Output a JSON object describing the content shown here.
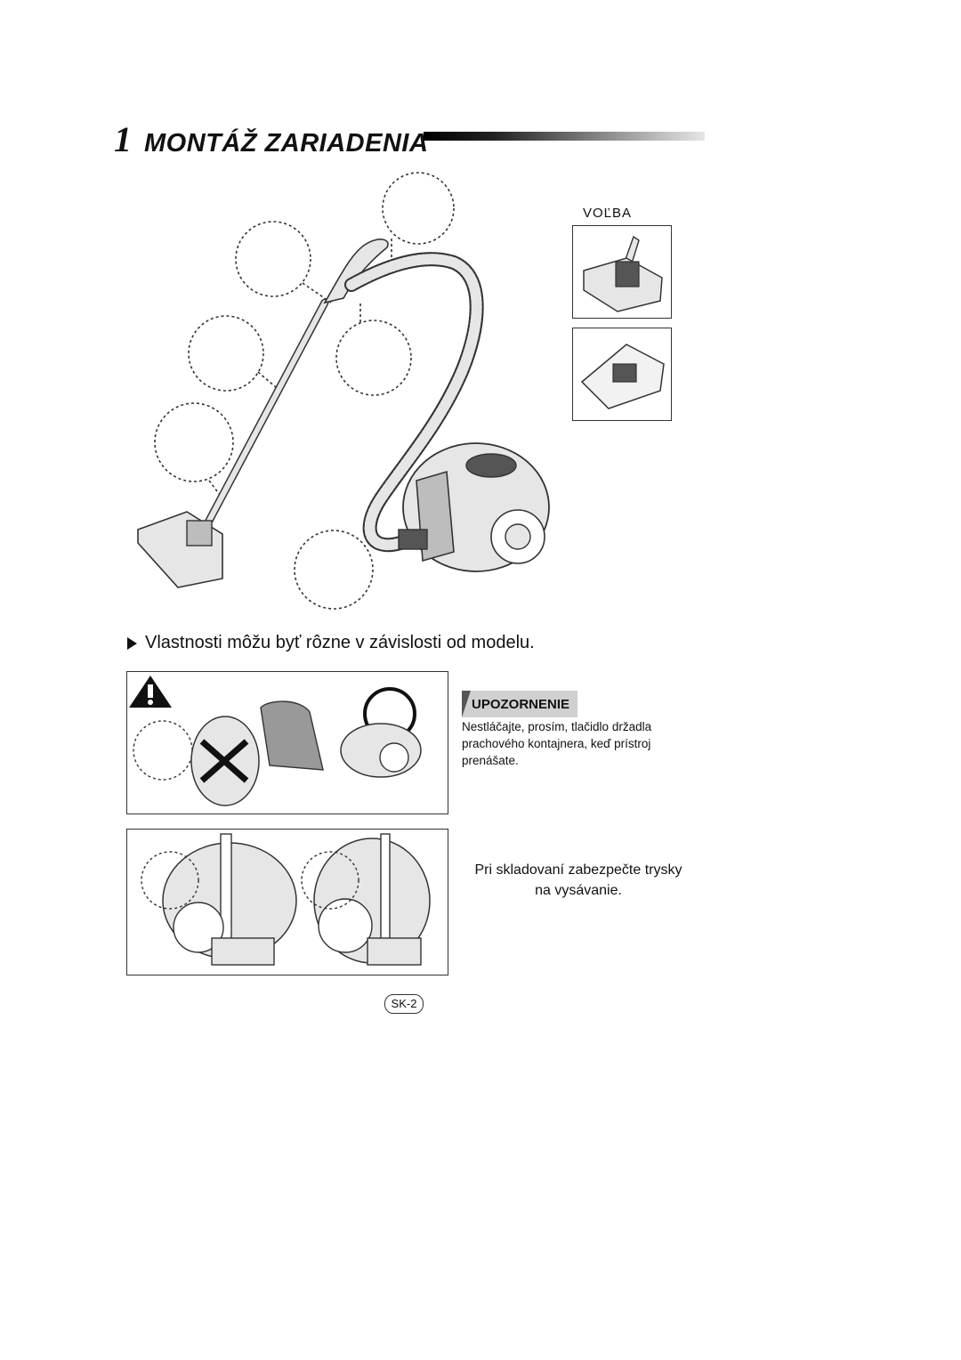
{
  "heading": {
    "number": "1",
    "title": "MONTÁŽ ZARIADENIA"
  },
  "options": {
    "label": "VOĽBA"
  },
  "note": {
    "text": "Vlastnosti môžu byť rôzne v závislosti od modelu."
  },
  "caution": {
    "title": "UPOZORNENIE",
    "lines": [
      "Nestláčajte, prosím, tlačidlo držadla",
      "prachového kontajnera, keď prístroj",
      "prenášate."
    ]
  },
  "storage": {
    "lines": [
      "Pri skladovaní zabezpečte trysky",
      "na vysávanie."
    ]
  },
  "footer": {
    "page": "SK-2"
  },
  "colors": {
    "line": "#333333",
    "fill_light": "#e6e6e6",
    "fill_mid": "#bdbdbd",
    "fill_dark": "#555555"
  }
}
